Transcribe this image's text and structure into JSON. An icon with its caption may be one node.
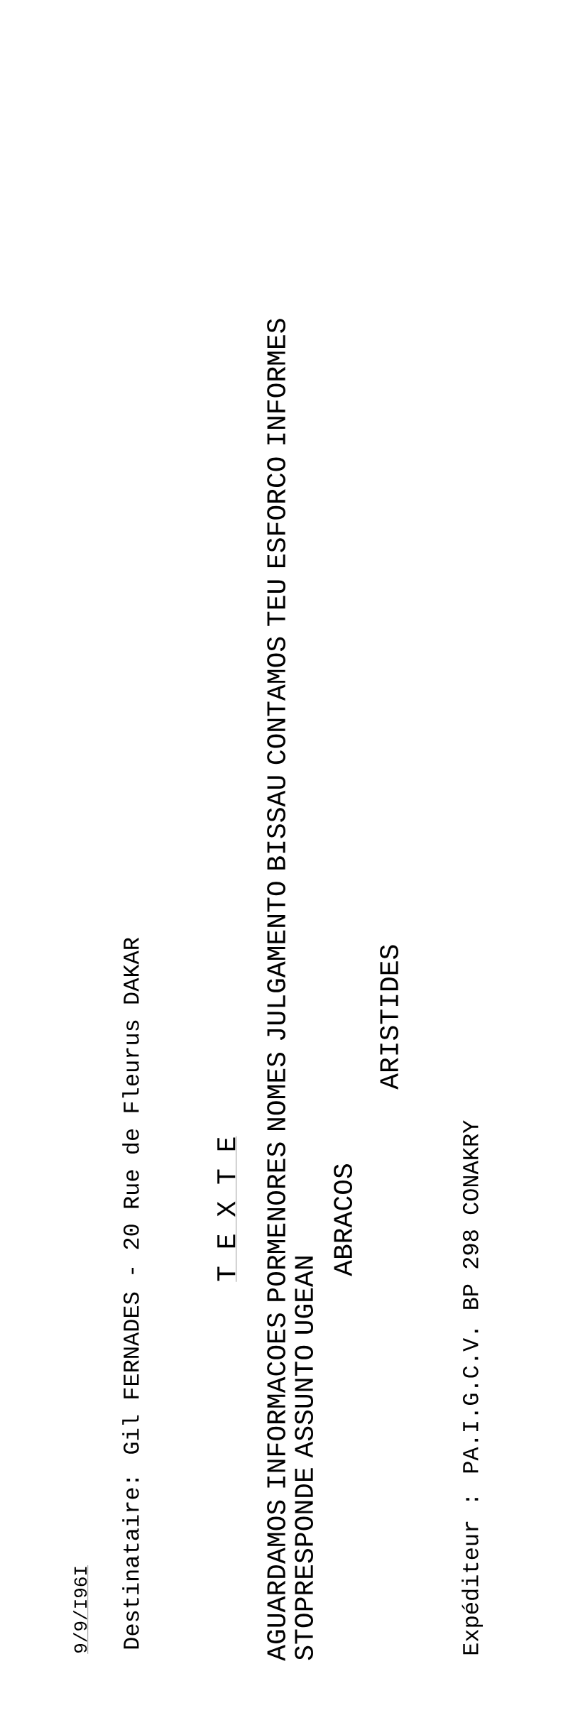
{
  "diagram": {
    "labels": [
      "9/9/I96I",
      "Destinataire: Gil FERNADES - 20 Rue de Fleurus DAKAR",
      "T E X T E",
      "AGUARDAMOS INFORMACOES PORMENORES NOMES JULGAMENTO BISSAU CONTAMOS TEU ESFORCO INFORMES STOPRESPONDE ASSUNTO UGEAN",
      "ABRACOS",
      "ARISTIDES",
      "Expéditeur : PA.I.G.C.V. BP 298 CONAKRY"
    ]
  }
}
